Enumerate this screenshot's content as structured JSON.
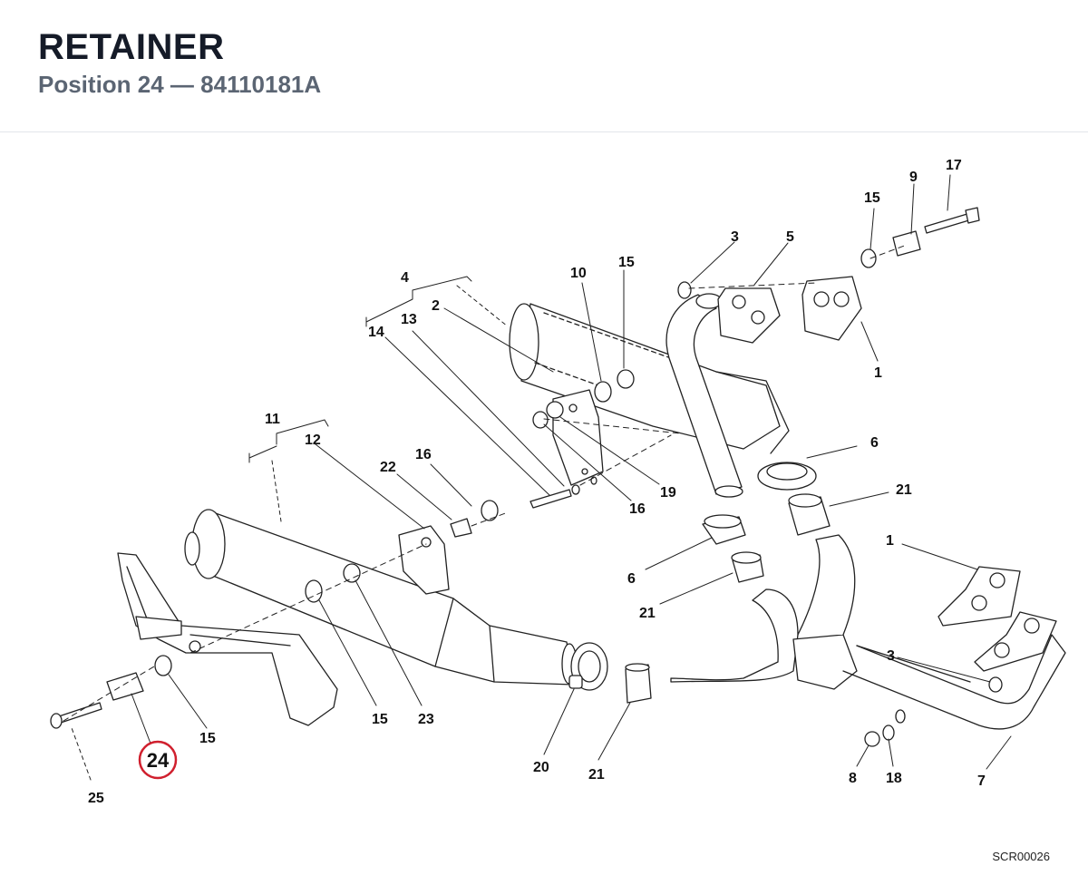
{
  "header": {
    "title": "RETAINER",
    "subtitle": "Position 24 — 84110181A"
  },
  "diagram": {
    "highlight_position": "24",
    "highlight_color": "#d0202e",
    "drawing_code": "SCR00026",
    "callouts": [
      "17",
      "9",
      "15",
      "3",
      "5",
      "10",
      "15",
      "4",
      "2",
      "13",
      "14",
      "1",
      "11",
      "12",
      "16",
      "22",
      "6",
      "19",
      "16",
      "21",
      "1",
      "6",
      "21",
      "3",
      "15",
      "23",
      "15",
      "25",
      "20",
      "21",
      "8",
      "18",
      "7"
    ]
  }
}
